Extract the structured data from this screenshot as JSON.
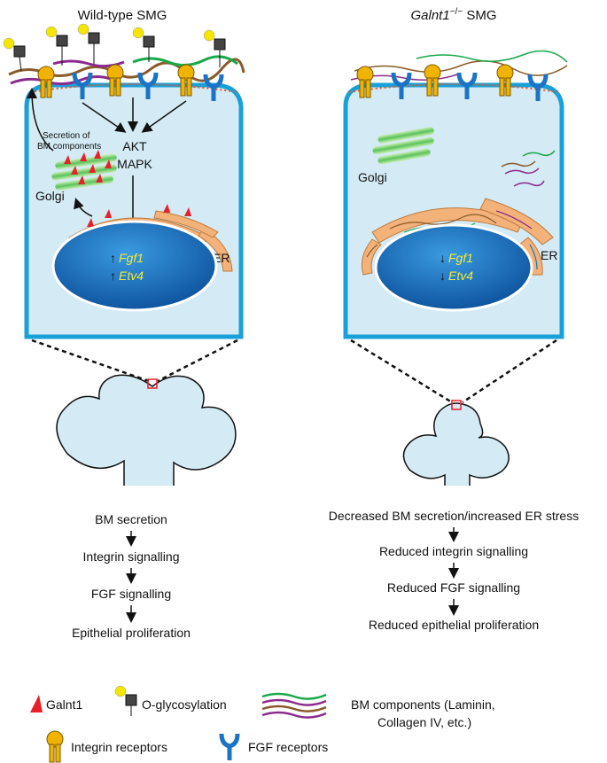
{
  "left_panel": {
    "title": "Wild-type SMG",
    "secretion_label_line1": "Secretion of",
    "secretion_label_line2": "BM components",
    "signal_label_line1": "AKT",
    "signal_label_line2": "MAPK",
    "golgi_label": "Golgi",
    "er_label": "ER",
    "gene1": "Fgf1",
    "gene2": "Etv4",
    "gene1_arrow": "↑",
    "gene2_arrow": "↑"
  },
  "right_panel": {
    "title_italic": "Galnt1",
    "title_superscript": "−/−",
    "title_rest": " SMG",
    "golgi_label": "Golgi",
    "er_label": "ER",
    "gene1": "Fgf1",
    "gene2": "Etv4",
    "gene1_arrow": "↓",
    "gene2_arrow": "↓"
  },
  "left_flow": [
    "BM secretion",
    "Integrin signalling",
    "FGF signalling",
    "Epithelial proliferation"
  ],
  "right_flow": [
    "Decreased BM secretion/increased ER stress",
    "Reduced integrin signalling",
    "Reduced FGF signalling",
    "Reduced epithelial proliferation"
  ],
  "legend": {
    "galnt1": "Galnt1",
    "o_glycosylation": "O-glycosylation",
    "bm_line1": "BM components (Laminin,",
    "bm_line2": "Collagen IV, etc.)",
    "integrin": "Integrin receptors",
    "fgf": "FGF receptors"
  },
  "colors": {
    "cell_fill": "#d4eaf5",
    "cell_border": "#1aa0d8",
    "nucleus": "#1464b4",
    "er": "#f2b27a",
    "golgi": "#7ac943",
    "galnt1": "#e8202a",
    "glycan": "#f5e600",
    "integrin": "#f0b400",
    "fgf_receptor": "#1a73c4",
    "bm_green": "#19a84a",
    "bm_purple": "#8b2a8c",
    "bm_brown": "#8a5a2a"
  }
}
